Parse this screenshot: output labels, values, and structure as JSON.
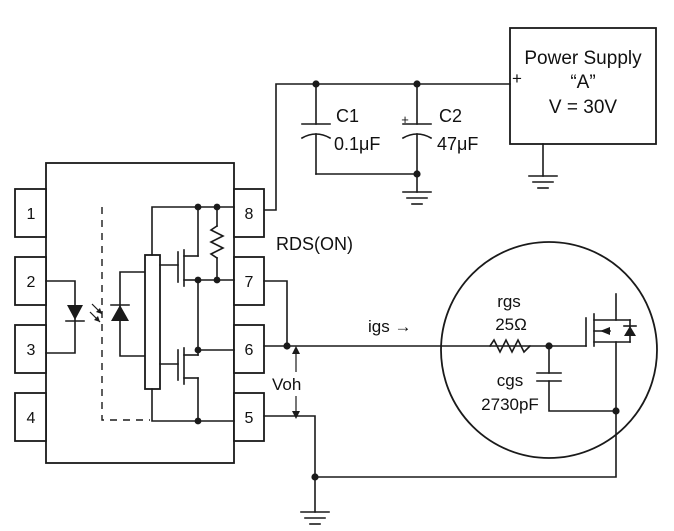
{
  "power_supply": {
    "title": "Power Supply",
    "name": "“A”",
    "voltage": "V = 30V",
    "plus": "+"
  },
  "capacitors": {
    "c1": {
      "label": "C1",
      "value": "0.1μF"
    },
    "c2": {
      "label": "C2",
      "value": "47μF",
      "plus": "+"
    }
  },
  "ic": {
    "pins": [
      "1",
      "2",
      "3",
      "4",
      "5",
      "6",
      "7",
      "8"
    ]
  },
  "labels": {
    "rds_on": "RDS(ON)",
    "igs": "igs →",
    "voh": "Voh"
  },
  "load": {
    "rgs": "rgs",
    "rgs_value": "25Ω",
    "cgs": "cgs",
    "cgs_value": "2730pF"
  }
}
